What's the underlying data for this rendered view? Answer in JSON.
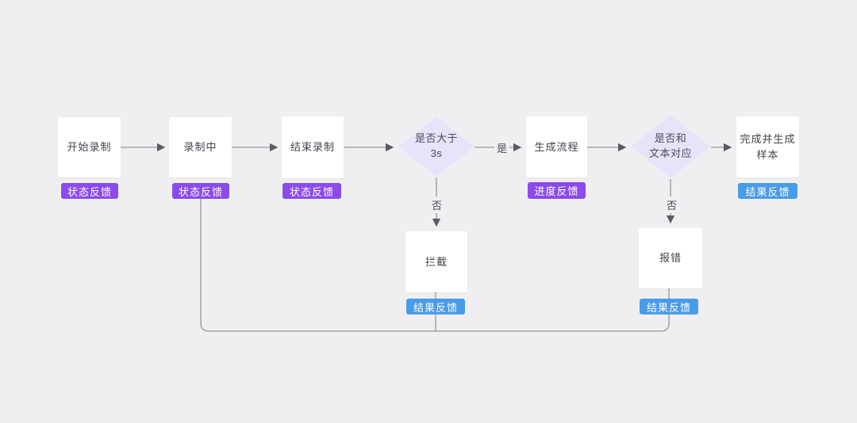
{
  "diagram": {
    "background": "#EFEFF1",
    "colors": {
      "node_fill": "#FFFFFF",
      "status_badge_purple": "#8B4BEB",
      "result_badge_blue": "#4A9BE8",
      "decision_fill": "#E9E3FA",
      "connector_line": "#97979B",
      "arrowhead": "#5B5B61",
      "node_text": "#41444B"
    },
    "nodes": {
      "start_record": {
        "label": "开始录制",
        "badge": "状态反馈"
      },
      "recording": {
        "label": "录制中",
        "badge": "状态反馈"
      },
      "end_record": {
        "label": "结束录制",
        "badge": "状态反馈"
      },
      "duration_check": {
        "label_line1": "是否大于",
        "label_line2": "3s"
      },
      "generate_flow": {
        "label": "生成流程",
        "badge": "进度反馈"
      },
      "text_match_check": {
        "label_line1": "是否和",
        "label_line2": "文本对应"
      },
      "complete_sample": {
        "label": "完成并生成样本",
        "badge": "结果反馈"
      },
      "intercept": {
        "label": "拦截",
        "badge": "结果反馈"
      },
      "report_error": {
        "label": "报错",
        "badge": "结果反馈"
      }
    },
    "edge_labels": {
      "duration_yes": "是",
      "duration_no": "否",
      "match_no": "否"
    }
  }
}
